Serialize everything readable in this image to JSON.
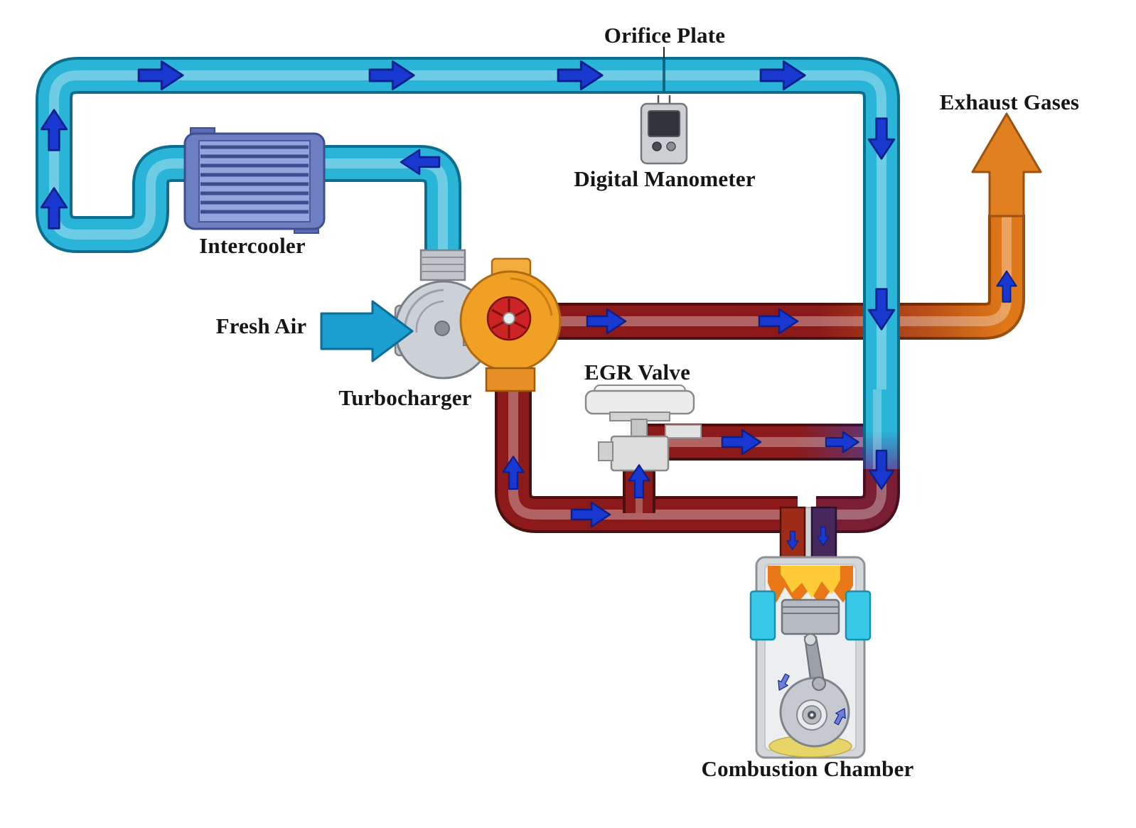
{
  "diagram": {
    "labels": {
      "orifice_plate": "Orifice Plate",
      "digital_manometer": "Digital Manometer",
      "exhaust_gases": "Exhaust Gases",
      "intercooler": "Intercooler",
      "fresh_air": "Fresh Air",
      "turbocharger": "Turbocharger",
      "egr_valve": "EGR Valve",
      "combustion_chamber": "Combustion Chamber"
    },
    "colors": {
      "intake_air_pipe": "#2ab5d8",
      "exhaust_pipe": "#8c1a1a",
      "mixed_charge_pipe": "#5c4a9e",
      "exhaust_outlet_arrow": "#e08020",
      "fresh_air_arrow": "#1a9fd0",
      "flow_arrow_blue": "#1838cf",
      "flow_arrow_light": "#6a7fd8",
      "intercooler_body": "#6b7fc2",
      "turbine_housing": "#f0a125",
      "label_text": "#161616",
      "background": "#ffffff"
    }
  }
}
